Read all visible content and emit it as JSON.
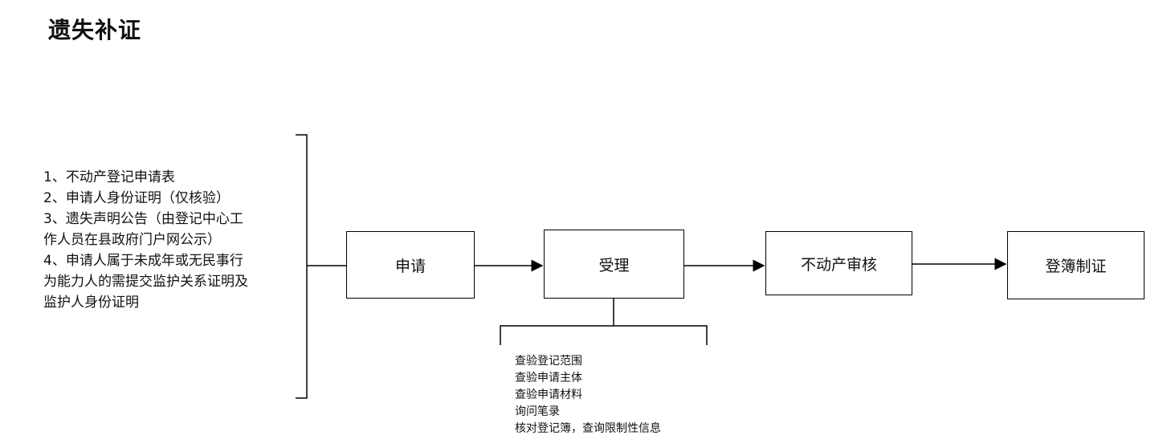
{
  "title": "遗失补证",
  "requirements": [
    "1、不动产登记申请表",
    "2、申请人身份证明（仅核验）",
    "3、遗失声明公告（由登记中心工",
    "作人员在县政府门户网公示）",
    "4、申请人属于未成年或无民事行",
    "为能力人的需提交监护关系证明及",
    "监护人身份证明"
  ],
  "steps": {
    "apply": "申请",
    "accept": "受理",
    "review": "不动产审核",
    "register": "登簿制证"
  },
  "review_items": [
    "查验登记范围",
    "查验申请主体",
    "查验申请材料",
    "询问笔录",
    "核对登记簿，查询限制性信息"
  ]
}
